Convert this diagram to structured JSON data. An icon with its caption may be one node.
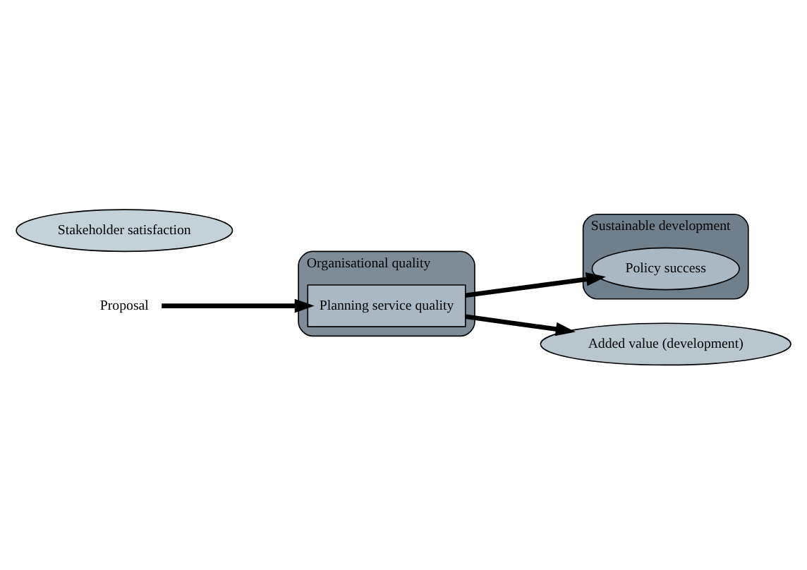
{
  "diagram": {
    "nodes": [
      {
        "text": [
          "Sustainable development"
        ]
      },
      {
        "text": [
          "Policy success"
        ],
        "in": 0
      },
      {
        "text": [
          "Added value (development)"
        ]
      },
      {
        "text": [
          "Organisational quality"
        ]
      },
      {
        "text": [
          "Planning service quality"
        ],
        "in": 3
      },
      {
        "text": [
          "Stakeholder satisfaction"
        ]
      },
      {
        "text": [
          "Proposal"
        ]
      }
    ],
    "edges": [
      {
        "from": 6,
        "to": 4,
        "arrow": "to"
      },
      {
        "from": 4,
        "to": 1,
        "arrow": "to"
      },
      {
        "from": 4,
        "to": 2,
        "arrow": "to"
      }
    ]
  }
}
